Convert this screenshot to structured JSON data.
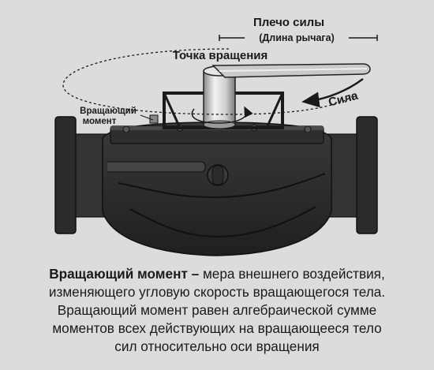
{
  "labels": {
    "arm": "Плечо силы",
    "lever": "(Длина рычага)",
    "pivot": "Точка вращения",
    "force": "Сила",
    "torque_line1": "Вращающий",
    "torque_line2": "момент"
  },
  "caption": {
    "term": "Вращающий момент –",
    "line1_rest": " мера внешнего воздействия,",
    "line2": "изменяющего угловую скорость вращающегося тела.",
    "line3": "Вращающий момент равен алгебраической сумме",
    "line4": "моментов всех действующих на вращающееся тело",
    "line5": "сил относительно оси вращения"
  },
  "colors": {
    "background": "#dcdcdd",
    "body": "#2a2a2b",
    "shaft": "#d8d8d8",
    "text": "#1a1a1a"
  }
}
